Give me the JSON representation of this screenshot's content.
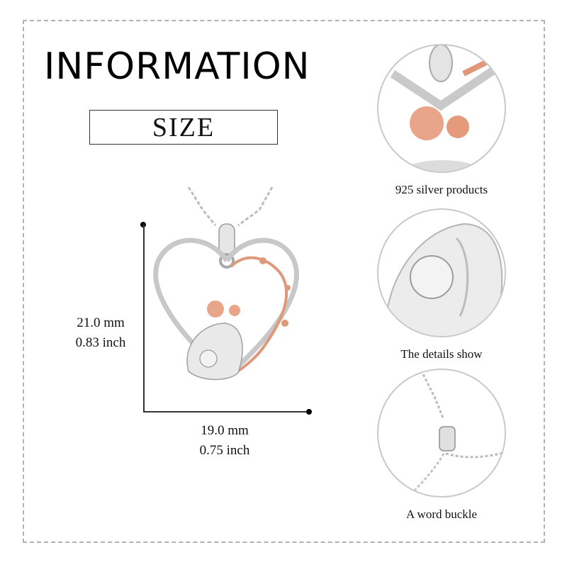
{
  "header": {
    "title": "INFORMATION",
    "section_label": "SIZE"
  },
  "dimensions": {
    "height_mm": "21.0 mm",
    "height_inch": "0.83 inch",
    "width_mm": "19.0 mm",
    "width_inch": "0.75 inch"
  },
  "product": {
    "image_description": "Heart pendant necklace, silver with rose-gold vine and flower, mother and child figure",
    "colors": {
      "silver": "#d9d9d9",
      "rose_gold": "#e0987a",
      "frame_border": "#b3b3b3"
    }
  },
  "details": [
    {
      "caption": "925 silver products",
      "image": "close-up of rose-gold flower under heart bail"
    },
    {
      "caption": "The details show",
      "image": "close-up of mother and child figure"
    },
    {
      "caption": "A word buckle",
      "image": "close-up of lobster clasp and chain"
    }
  ]
}
